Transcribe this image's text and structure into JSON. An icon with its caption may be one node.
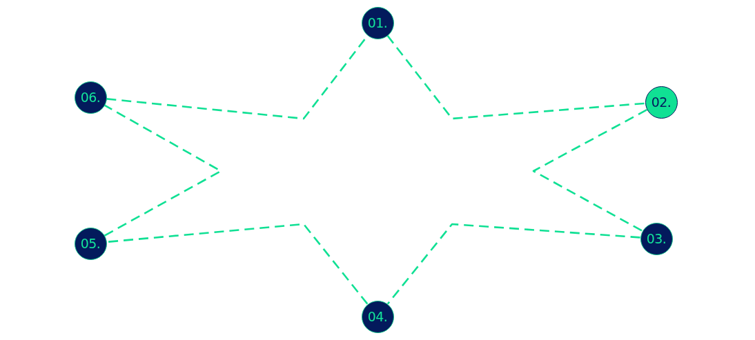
{
  "diagram": {
    "nodes": [
      {
        "text": [
          "01."
        ]
      },
      {
        "text": [
          "02."
        ]
      },
      {
        "text": [
          "03."
        ]
      },
      {
        "text": [
          "04."
        ]
      },
      {
        "text": [
          "05."
        ]
      },
      {
        "text": [
          "06."
        ]
      }
    ],
    "edges": [
      {
        "from": 0,
        "to": 1,
        "arrow": "none",
        "style": "dashed"
      },
      {
        "from": 1,
        "to": 2,
        "arrow": "none",
        "style": "dashed"
      },
      {
        "from": 2,
        "to": 3,
        "arrow": "none",
        "style": "dashed"
      },
      {
        "from": 3,
        "to": 4,
        "arrow": "none",
        "style": "dashed"
      },
      {
        "from": 4,
        "to": 5,
        "arrow": "none",
        "style": "dashed"
      },
      {
        "from": 5,
        "to": 0,
        "arrow": "none",
        "style": "dashed"
      }
    ]
  }
}
